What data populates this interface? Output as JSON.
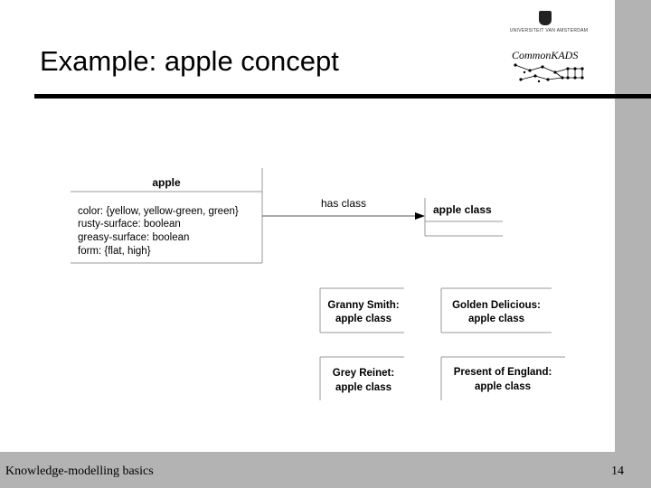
{
  "slide": {
    "title": "Example: apple concept",
    "footer_left": "Knowledge-modelling basics",
    "page_number": "14"
  },
  "logo": {
    "university": "UNIVERSITEIT VAN AMSTERDAM",
    "name": "CommonKADS",
    "icon": "university-crest-icon"
  },
  "diagram": {
    "concept": {
      "name": "apple",
      "attributes": [
        "color: {yellow, yellow-green, green}",
        "rusty-surface: boolean",
        "greasy-surface: boolean",
        "form: {flat, high}"
      ]
    },
    "relation_label": "has class",
    "class_box": {
      "name": "apple class"
    },
    "instances": [
      {
        "name": "Granny Smith:",
        "type": "apple class"
      },
      {
        "name": "Golden Delicious:",
        "type": "apple class"
      },
      {
        "name": "Grey Reinet:",
        "type": "apple class"
      },
      {
        "name": "Present of England:",
        "type": "apple class"
      }
    ]
  },
  "colors": {
    "side_band": "#b3b3b3",
    "ink": "#000000"
  }
}
